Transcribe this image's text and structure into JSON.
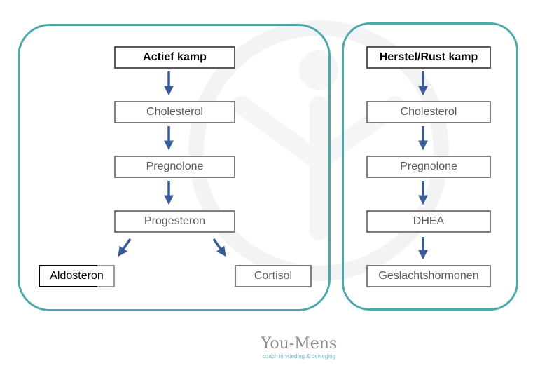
{
  "left_column": {
    "title": "Actief kamp",
    "steps": [
      "Cholesterol",
      "Pregnolone",
      "Progesteron"
    ],
    "branches": [
      "Aldosteron",
      "Cortisol"
    ]
  },
  "right_column": {
    "title": "Herstel/Rust kamp",
    "steps": [
      "Cholesterol",
      "Pregnolone",
      "DHEA",
      "Geslachtshormonen"
    ]
  },
  "logo": {
    "name": "You-Mens",
    "tagline": "coach in voeding & beweging"
  },
  "colors": {
    "panel_border": "#4fa9ac",
    "arrow": "#3a5a9a",
    "box_border": "#7f7f7f",
    "text": "#595959"
  }
}
